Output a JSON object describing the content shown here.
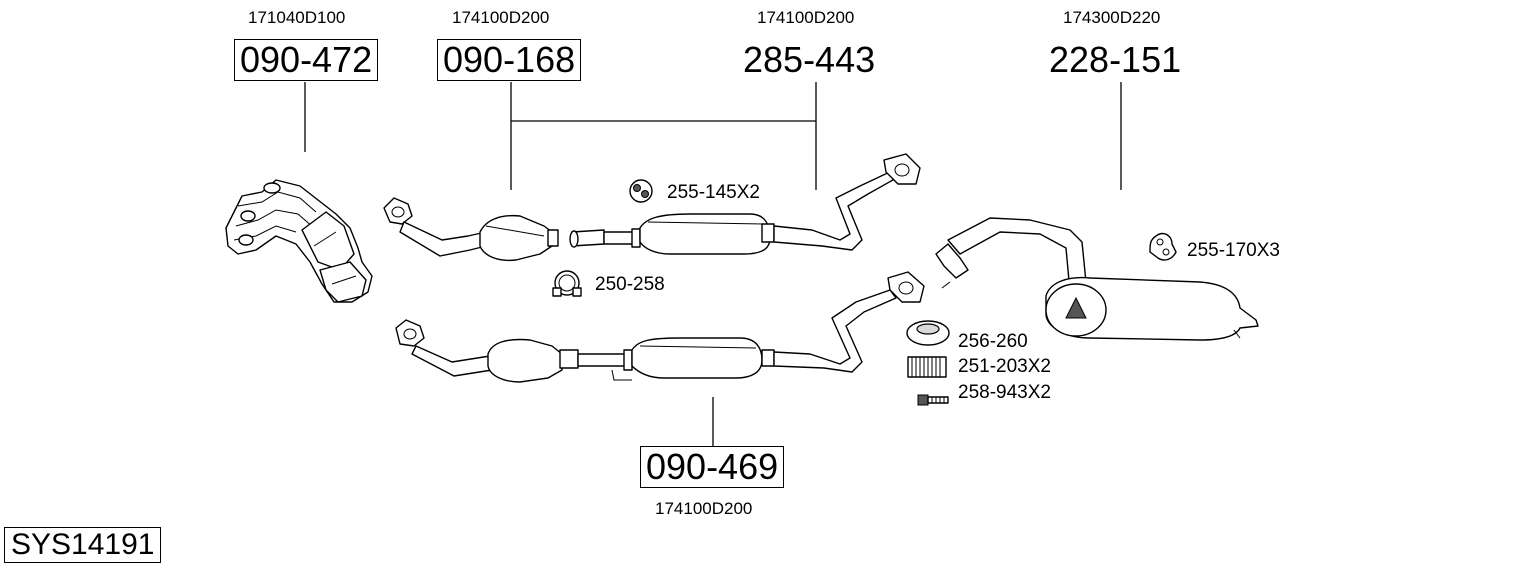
{
  "system_id": "SYS14191",
  "parts": [
    {
      "id": "manifold-cat",
      "part_number": "090-472",
      "oe_number": "171040D100",
      "boxed": true
    },
    {
      "id": "front-cat",
      "part_number": "090-168",
      "oe_number": "174100D200",
      "boxed": true
    },
    {
      "id": "center-pipe",
      "part_number": "285-443",
      "oe_number": "174100D200",
      "boxed": false
    },
    {
      "id": "rear-silencer",
      "part_number": "228-151",
      "oe_number": "174300D220",
      "boxed": false
    },
    {
      "id": "cat-assembly",
      "part_number": "090-469",
      "oe_number": "174100D200",
      "boxed": true
    }
  ],
  "accessories": [
    {
      "id": "rubber-mount-1",
      "label": "255-145X2",
      "icon": "rubber-mount-icon"
    },
    {
      "id": "clamp",
      "label": "250-258",
      "icon": "clamp-icon"
    },
    {
      "id": "rubber-mount-2",
      "label": "255-170X3",
      "icon": "hanger-icon"
    },
    {
      "id": "gasket",
      "label": "256-260",
      "icon": "gasket-ring-icon"
    },
    {
      "id": "spring",
      "label": "251-203X2",
      "icon": "spring-icon"
    },
    {
      "id": "bolt",
      "label": "258-943X2",
      "icon": "bolt-icon"
    }
  ]
}
